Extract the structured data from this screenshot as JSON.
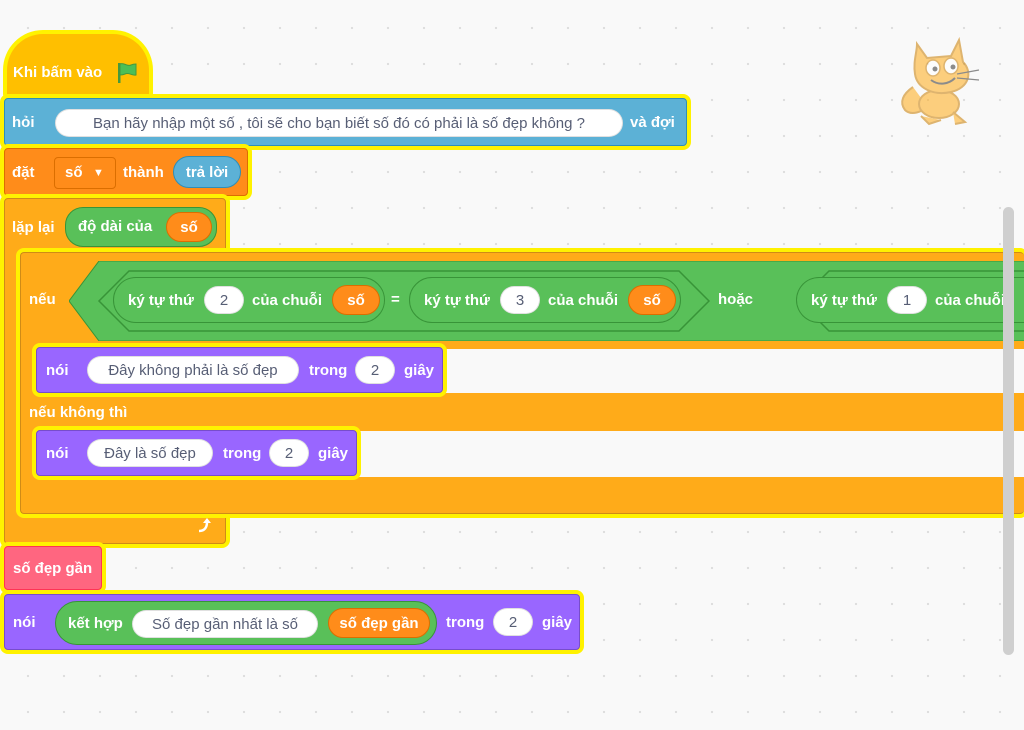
{
  "when_flag": {
    "label": "Khi bấm vào"
  },
  "ask": {
    "label": "hỏi",
    "question": "Bạn hãy nhập một số , tôi sẽ cho bạn biết số đó có phải là số đẹp không ?",
    "suffix": "và đợi"
  },
  "set_var": {
    "label": "đặt",
    "variable": "số",
    "to_label": "thành",
    "value": "trả lời"
  },
  "repeat": {
    "label": "lặp lại",
    "length_label": "độ dài của",
    "length_arg": "số"
  },
  "if_else": {
    "if_label": "nếu",
    "else_label": "nếu không thì",
    "condition": {
      "left": {
        "label": "ký tự thứ",
        "index": "2",
        "of_label": "của chuỗi",
        "var": "số"
      },
      "equals": "=",
      "right": {
        "label": "ký tự thứ",
        "index": "3",
        "of_label": "của chuỗi",
        "var": "số"
      },
      "or_label": "hoặc",
      "third": {
        "label": "ký tự thứ",
        "index": "1",
        "of_label": "của chuỗi"
      }
    },
    "say_if": {
      "label": "nói",
      "message": "Đây không phải là số đẹp",
      "for_label": "trong",
      "secs": "2",
      "secs_label": "giây"
    },
    "say_else": {
      "label": "nói",
      "message": "Đây là số đẹp",
      "for_label": "trong",
      "secs": "2",
      "secs_label": "giây"
    }
  },
  "custom_block": {
    "label": "số đẹp gần"
  },
  "final_say": {
    "label": "nói",
    "join_label": "kết hợp",
    "text": "Số đẹp gần nhất là số",
    "var": "số đẹp gần",
    "for_label": "trong",
    "secs": "2",
    "secs_label": "giây"
  },
  "colors": {
    "events": "#ffbf00",
    "sensing": "#5cb1d6",
    "variables": "#ff8c1a",
    "control": "#ffab19",
    "operators": "#59c059",
    "looks": "#9966ff",
    "my_blocks": "#ff6680",
    "highlight": "#fff200"
  }
}
